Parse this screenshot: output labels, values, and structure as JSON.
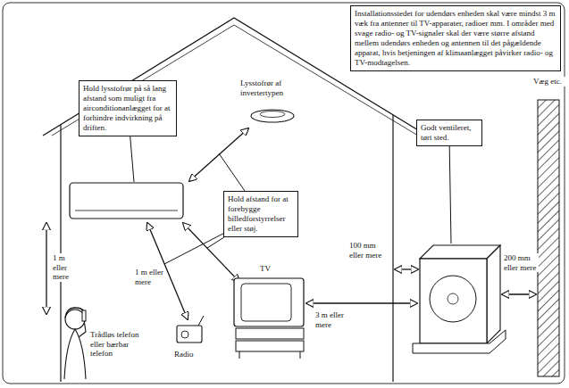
{
  "diagram": {
    "nodes": [
      {
        "text": [
          "Installationsstedet for udendørs enheden skal være mindst 3 m væk fra antenner til TV-apparater, radioer mm. I områder med svage radio- og TV-signaler skal der være større afstand mellem udendørs enheden og antennen til det pågældende apparat, hvis betjeningen af klimaanlægget påvirker radio- og TV-modtagelsen."
        ]
      },
      {
        "text": [
          "Hold lysstofrør på så lang afstand som muligt fra airconditionanlægget for at forhindre indvirkning på driften."
        ]
      },
      {
        "text": [
          "Hold afstand for at forebygge billedforstyrrelser eller støj."
        ]
      },
      {
        "text": [
          "Godt ventileret, tørt sted."
        ]
      }
    ],
    "labels": [
      "Lysstofrør af invertertypen",
      "1 m eller mere",
      "Trådløs telefon eller bærbar telefon",
      "1 m eller mere",
      "Radio",
      "TV",
      "3 m eller mere",
      "100 mm eller mere",
      "200 mm eller mere",
      "Væg etc."
    ]
  }
}
